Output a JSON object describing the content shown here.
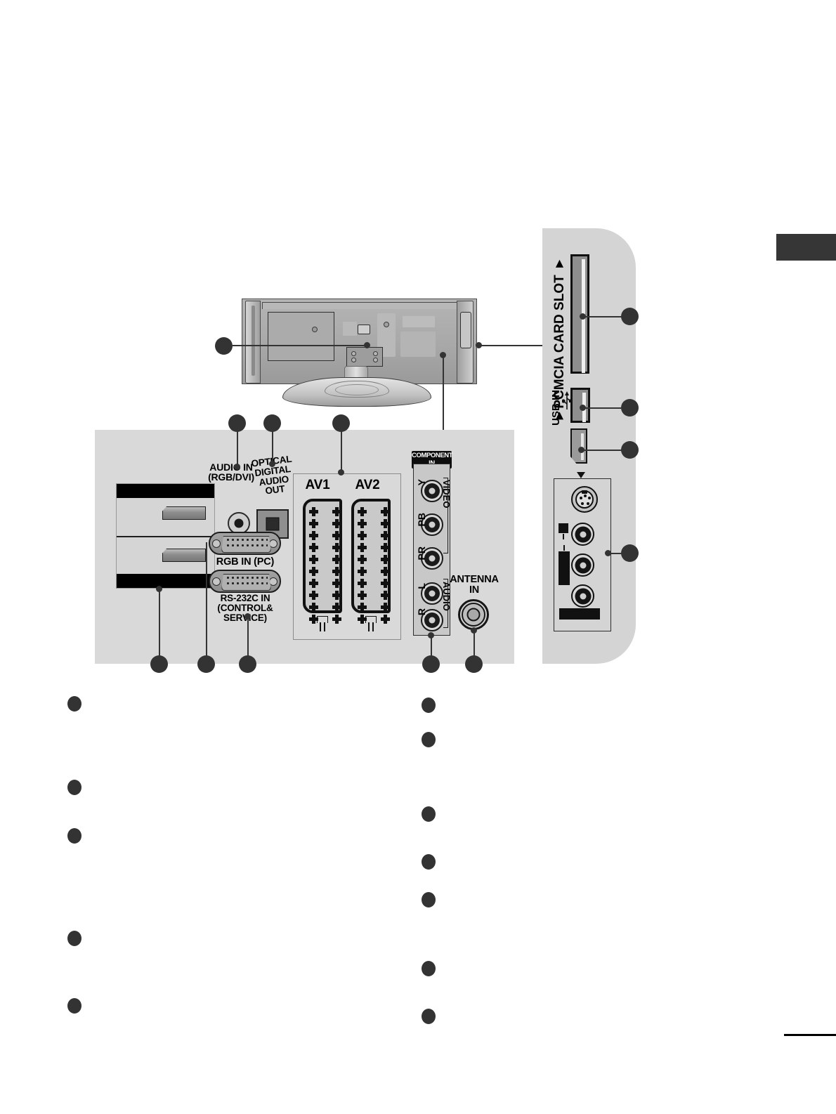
{
  "page": {
    "domain_note": "TV rear and side connection panel diagram",
    "tab_color": "#363636",
    "plate_color": "#d9d9d9"
  },
  "rear_panel": {
    "labels": {
      "audio_in": "AUDIO IN\n(RGB/DVI)",
      "optical_out": "OPTICAL\nDIGITAL\nAUDIO OUT",
      "av1": "AV1",
      "av2": "AV2",
      "rgb_in_pc": "RGB IN (PC)",
      "rs232c_in": "RS-232C IN\n(CONTROL& SERVICE)",
      "antenna_in": "ANTENNA\nIN"
    },
    "component": {
      "header": "COMPONENT\nIN",
      "jacks": [
        "Y",
        "PB",
        "PR",
        "L",
        "R"
      ],
      "group_video": "VIDEO",
      "group_audio": "AUDIO"
    }
  },
  "side_panel": {
    "pcmcia_label": "▼PCMCIA CARD SLOT ▼",
    "usb_label": "USB IN",
    "usb_icon": "usb-trident-icon"
  },
  "callouts": {
    "left_column_count": 5,
    "right_column_count": 7,
    "panel_markers": 5,
    "side_markers": 4
  }
}
